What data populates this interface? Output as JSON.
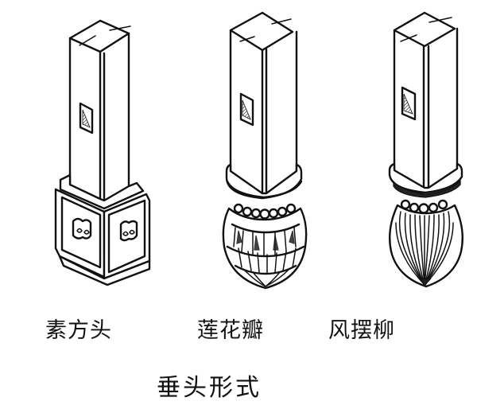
{
  "figure": {
    "title": "垂头形式",
    "items": [
      {
        "id": "plain-square",
        "label": "素方头"
      },
      {
        "id": "lotus-petal",
        "label": "莲花瓣"
      },
      {
        "id": "willow-in-wind",
        "label": "风摆柳"
      }
    ]
  },
  "colors": {
    "background": "#ffffff",
    "ink": "#111111"
  }
}
